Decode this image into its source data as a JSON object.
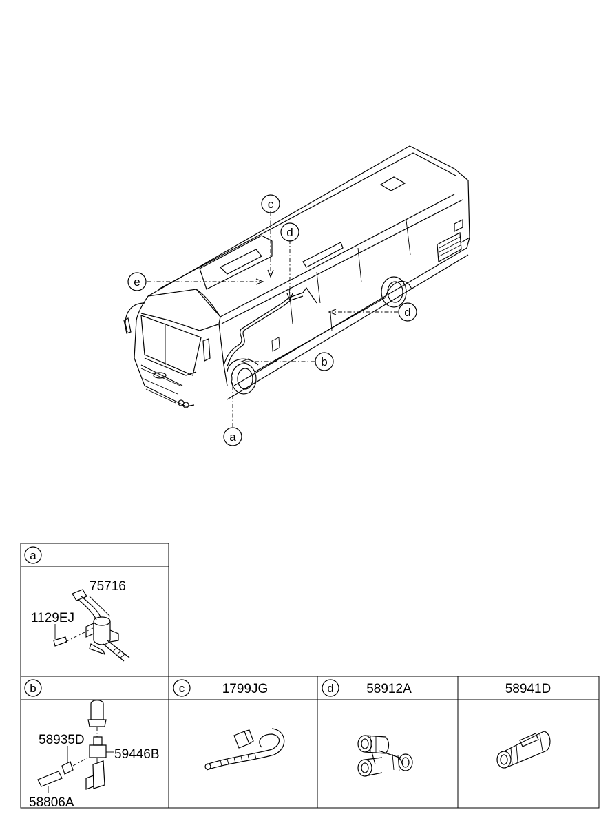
{
  "callouts": {
    "a": "a",
    "b": "b",
    "c": "c",
    "d": "d",
    "e": "e"
  },
  "table": {
    "a": {
      "letter": "a",
      "parts": [
        "75716",
        "1129EJ"
      ]
    },
    "b": {
      "letter": "b",
      "parts": [
        "58935D",
        "59446B",
        "58806A"
      ]
    },
    "c": {
      "letter": "c",
      "header_part": "1799JG"
    },
    "d": {
      "letter": "d",
      "header_part": "58912A"
    },
    "d2": {
      "header_part": "58941D"
    }
  }
}
